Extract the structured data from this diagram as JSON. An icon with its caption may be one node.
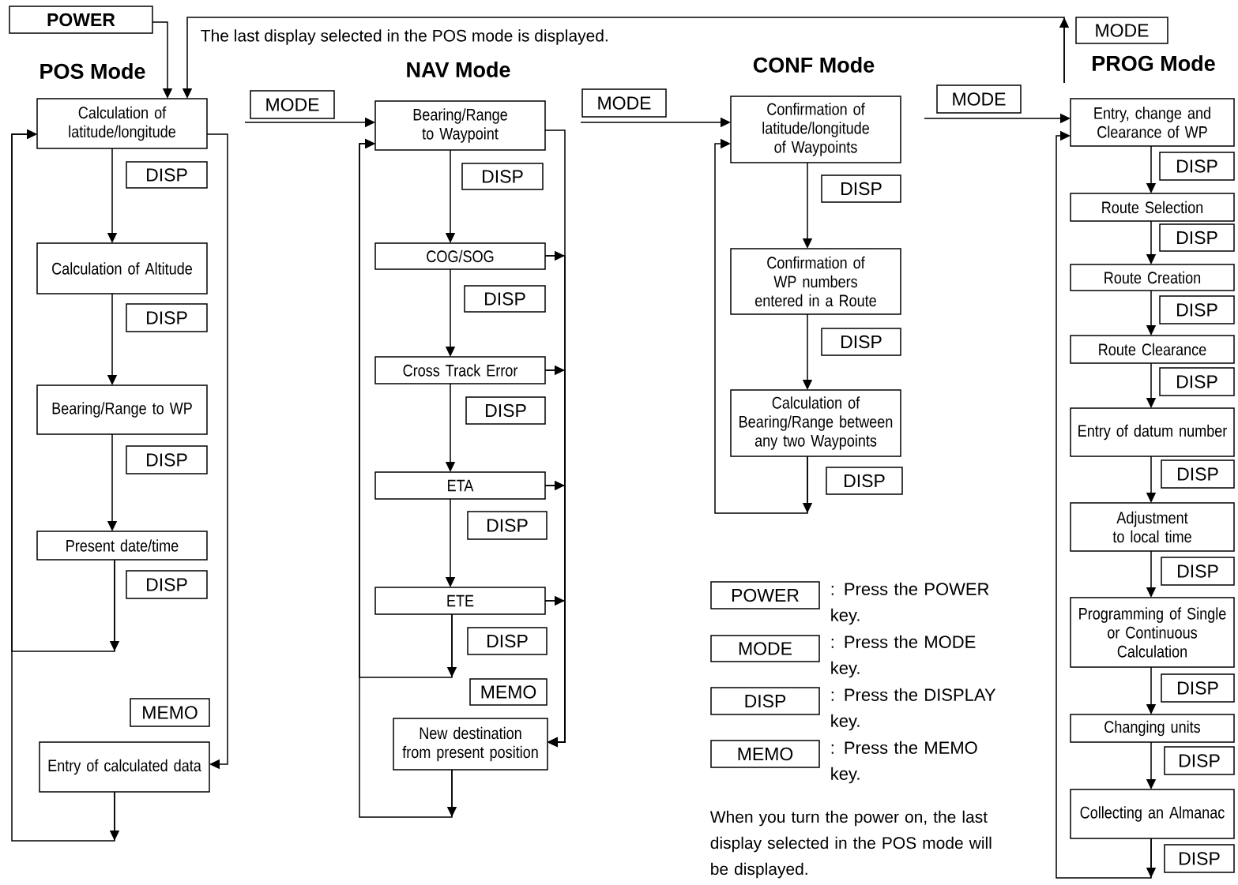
{
  "diagram": {
    "nodes": [
      {
        "text": [
          "POWER"
        ]
      },
      {
        "text": [
          "Calculation of latitude/longitude"
        ]
      },
      {
        "text": [
          "Calculation of Altitude"
        ]
      },
      {
        "text": [
          "Bearing/Range to WP"
        ]
      },
      {
        "text": [
          "Present date/time"
        ]
      },
      {
        "text": [
          "Entry of calculated data"
        ]
      },
      {
        "text": [
          "Bearing/Range to Waypoint"
        ]
      },
      {
        "text": [
          "COG/SOG"
        ]
      },
      {
        "text": [
          "Cross Track Error"
        ]
      },
      {
        "text": [
          "ETA"
        ]
      },
      {
        "text": [
          "ETE"
        ]
      },
      {
        "text": [
          "New destination from present position"
        ]
      },
      {
        "text": [
          "Confirmation of latitude/longitude of Waypoints"
        ]
      },
      {
        "text": [
          "Confirmation of WP numbers entered in a Route"
        ]
      },
      {
        "text": [
          "Calculation of Bearing/Range between any two Waypoints"
        ]
      },
      {
        "text": [
          "Entry, change and Clearance of WP"
        ]
      },
      {
        "text": [
          "Route Selection"
        ]
      },
      {
        "text": [
          "Route Creation"
        ]
      },
      {
        "text": [
          "Route Clearance"
        ]
      },
      {
        "text": [
          "Entry of datum number"
        ]
      },
      {
        "text": [
          "Adjustment to local time"
        ]
      },
      {
        "text": [
          "Programming of Single or Continuous Calculation"
        ]
      },
      {
        "text": [
          "Changing units"
        ]
      },
      {
        "text": [
          "Collecting an Almanac"
        ]
      },
      {
        "text": [
          "POWER"
        ],
        "beside": [
          ": Press the POWER key."
        ]
      },
      {
        "text": [
          "MODE"
        ],
        "beside": [
          ": Press the MODE key."
        ]
      },
      {
        "text": [
          "DISP"
        ],
        "beside": [
          ": Press the DISPLAY key."
        ]
      },
      {
        "text": [
          "MEMO"
        ],
        "beside": [
          ": Press the MEMO key."
        ]
      }
    ],
    "edges": [
      {
        "from": 0,
        "to": 1,
        "arrow": "to"
      },
      {
        "from": 1,
        "to": 2,
        "arrow": "to",
        "label": "DISP"
      },
      {
        "from": 2,
        "to": 3,
        "arrow": "to",
        "label": "DISP"
      },
      {
        "from": 3,
        "to": 4,
        "arrow": "to",
        "label": "DISP"
      },
      {
        "from": 4,
        "to": 1,
        "arrow": "to",
        "label": "DISP"
      },
      {
        "from": 1,
        "to": 5,
        "arrow": "to",
        "label": "MEMO"
      },
      {
        "from": 5,
        "to": 1,
        "arrow": "to"
      },
      {
        "from": null,
        "to": 6,
        "arrow": "to",
        "label": "MODE"
      },
      {
        "from": 6,
        "to": 7,
        "arrow": "to",
        "label": "DISP"
      },
      {
        "from": 7,
        "to": 8,
        "arrow": "to",
        "label": "DISP"
      },
      {
        "from": 8,
        "to": 9,
        "arrow": "to",
        "label": "DISP"
      },
      {
        "from": 9,
        "to": 10,
        "arrow": "to",
        "label": "DISP"
      },
      {
        "from": 10,
        "to": 6,
        "arrow": "to",
        "label": "DISP"
      },
      {
        "from": 6,
        "to": 11,
        "arrow": "to",
        "label": "MEMO"
      },
      {
        "from": 7,
        "to": 11,
        "arrow": "to"
      },
      {
        "from": 8,
        "to": 11,
        "arrow": "to"
      },
      {
        "from": 9,
        "to": 11,
        "arrow": "to"
      },
      {
        "from": 10,
        "to": 11,
        "arrow": "to"
      },
      {
        "from": 11,
        "to": 6,
        "arrow": "to"
      },
      {
        "from": null,
        "to": 12,
        "arrow": "to",
        "label": "MODE"
      },
      {
        "from": 12,
        "to": 13,
        "arrow": "to",
        "label": "DISP"
      },
      {
        "from": 13,
        "to": 14,
        "arrow": "to",
        "label": "DISP"
      },
      {
        "from": 14,
        "to": 12,
        "arrow": "to",
        "label": "DISP"
      },
      {
        "from": null,
        "to": 15,
        "arrow": "to",
        "label": "MODE"
      },
      {
        "from": 15,
        "to": 16,
        "arrow": "to",
        "label": "DISP"
      },
      {
        "from": 16,
        "to": 17,
        "arrow": "to",
        "label": "DISP"
      },
      {
        "from": 17,
        "to": 18,
        "arrow": "to",
        "label": "DISP"
      },
      {
        "from": 18,
        "to": 19,
        "arrow": "to",
        "label": "DISP"
      },
      {
        "from": 19,
        "to": 20,
        "arrow": "to",
        "label": "DISP"
      },
      {
        "from": 20,
        "to": 21,
        "arrow": "to",
        "label": "DISP"
      },
      {
        "from": 21,
        "to": 22,
        "arrow": "to",
        "label": "DISP"
      },
      {
        "from": 22,
        "to": 23,
        "arrow": "to",
        "label": "DISP"
      },
      {
        "from": 23,
        "to": 15,
        "arrow": "to",
        "label": "DISP"
      },
      {
        "from": null,
        "to": 1,
        "arrow": "to",
        "label": "MODE"
      }
    ],
    "labels": [
      "The last display selected in the POS mode is displayed.",
      "POS Mode",
      "NAV Mode",
      "CONF Mode",
      "PROG Mode",
      "When you turn the power on, the last display selected in the POS mode will be displayed."
    ]
  }
}
